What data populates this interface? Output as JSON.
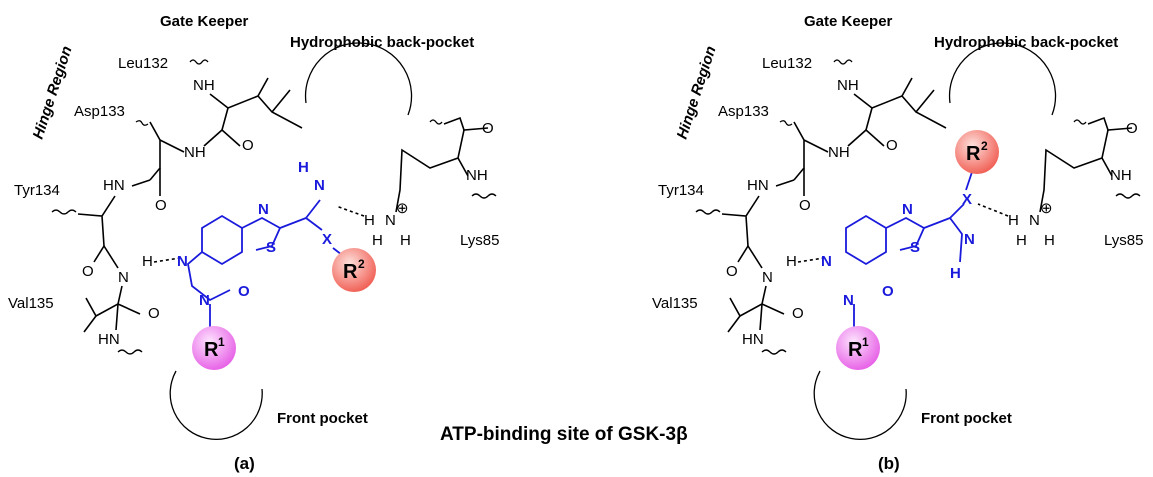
{
  "title": "ATP-binding site of GSK-3β",
  "colors": {
    "scaffold": "#1a1adc",
    "r1_fill": "#e65be6",
    "r2_fill": "#f05a4f",
    "residues": "#000000"
  },
  "panels": [
    {
      "caption": "(a)",
      "labels": {
        "hinge_region": "Hinge Region",
        "gate_keeper": "Gate Keeper",
        "hydrophobic_back_pocket": "Hydrophobic back-pocket",
        "front_pocket": "Front pocket",
        "leu": "Leu132",
        "asp": "Asp133",
        "tyr": "Tyr134",
        "val": "Val135",
        "lys": "Lys85"
      },
      "substituents": {
        "r1": "R",
        "r1_sup": "1",
        "r2": "R",
        "r2_sup": "2",
        "linker": "X"
      }
    },
    {
      "caption": "(b)",
      "labels": {
        "hinge_region": "Hinge Region",
        "gate_keeper": "Gate Keeper",
        "hydrophobic_back_pocket": "Hydrophobic back-pocket",
        "front_pocket": "Front pocket",
        "leu": "Leu132",
        "asp": "Asp133",
        "tyr": "Tyr134",
        "val": "Val135",
        "lys": "Lys85"
      },
      "substituents": {
        "r1": "R",
        "r1_sup": "1",
        "r2": "R",
        "r2_sup": "2",
        "linker": "X"
      }
    }
  ],
  "atoms": {
    "nh": "NH",
    "hn": "HN",
    "n": "N",
    "h": "H",
    "o": "O",
    "s": "S",
    "plus": "⊕"
  }
}
